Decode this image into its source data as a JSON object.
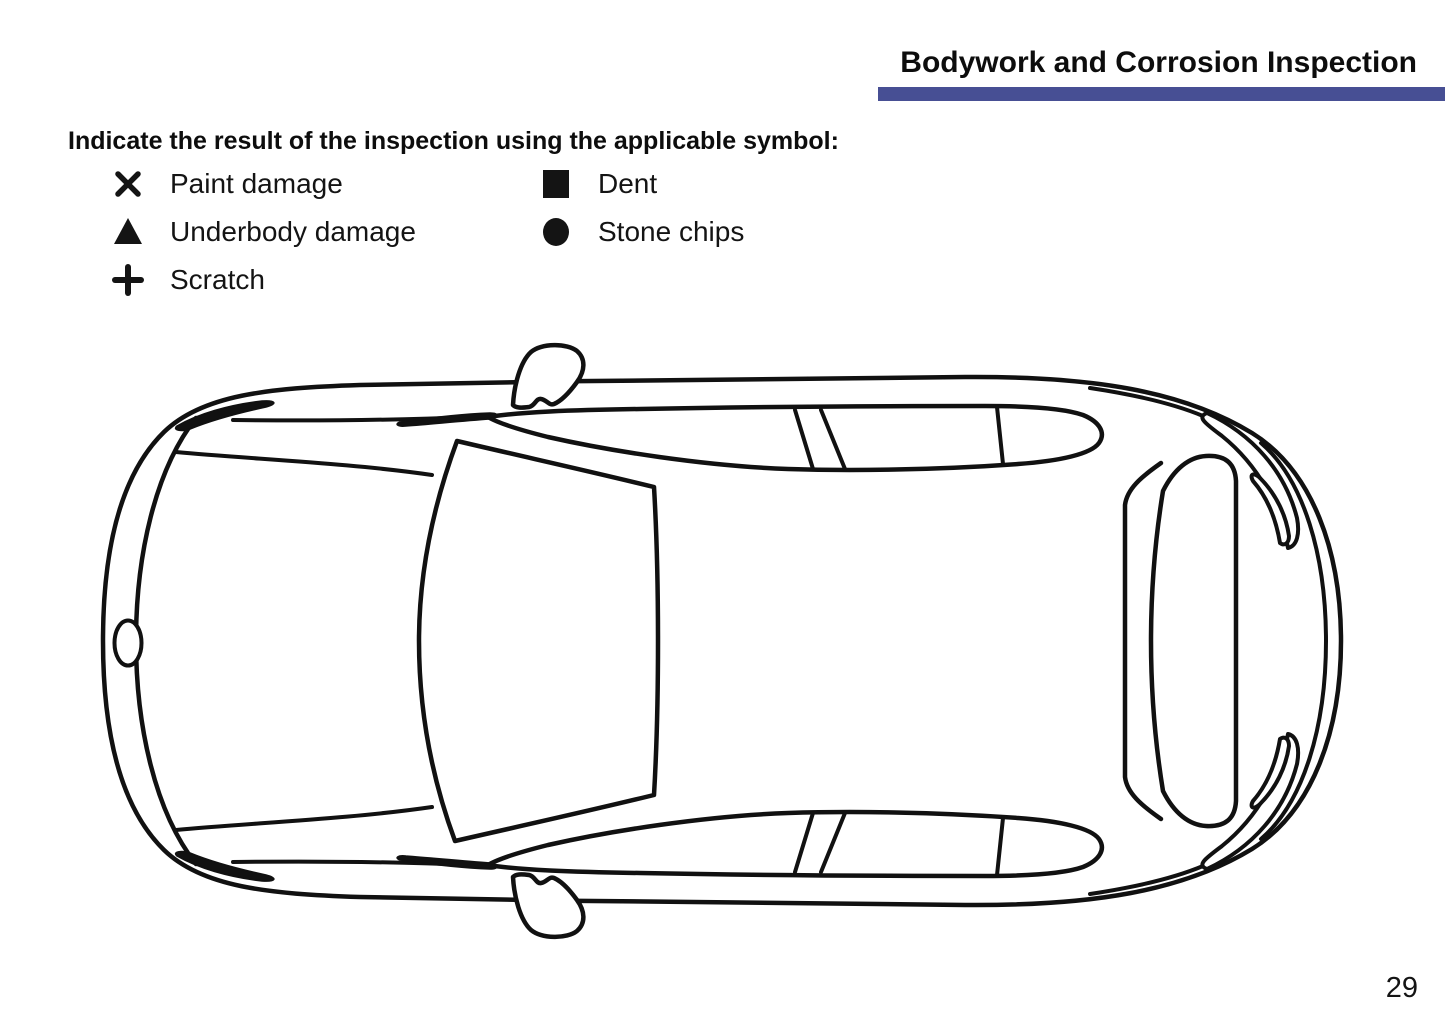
{
  "header": {
    "title": "Bodywork and Corrosion Inspection"
  },
  "colors": {
    "accent_bar": "#474f94",
    "ink": "#111111"
  },
  "intro_text": "Indicate the result of the inspection using the applicable symbol:",
  "legend": {
    "column1": [
      {
        "icon": "x-mark",
        "label": "Paint damage"
      },
      {
        "icon": "filled-triangle",
        "label": "Underbody damage"
      },
      {
        "icon": "plus-sign",
        "label": "Scratch"
      }
    ],
    "column2": [
      {
        "icon": "filled-square",
        "label": "Dent"
      },
      {
        "icon": "filled-circle",
        "label": "Stone chips"
      }
    ]
  },
  "diagram": {
    "type": "car-top-view"
  },
  "page_number": "29"
}
